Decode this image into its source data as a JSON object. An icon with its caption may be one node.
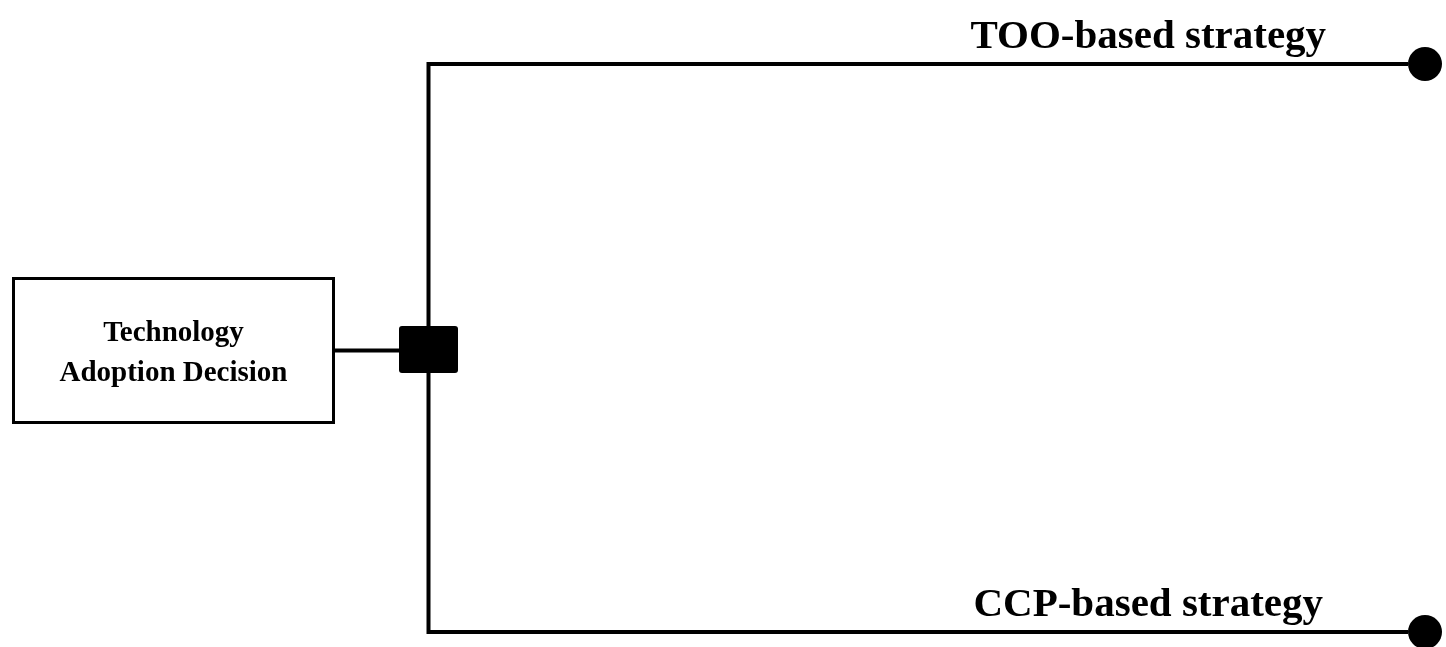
{
  "diagram": {
    "nodes": [
      {
        "text": [
          "Technology Adoption Decision"
        ]
      },
      {
        "text": [],
        "shape": "box"
      },
      {
        "text": [],
        "shape": "circle"
      },
      {
        "text": [],
        "shape": "circle"
      }
    ],
    "edges": [
      {
        "from": 0,
        "to": 1,
        "arrow": "none"
      },
      {
        "from": 1,
        "to": 2,
        "arrow": "none",
        "label": "TOO-based strategy"
      },
      {
        "from": 1,
        "to": 3,
        "arrow": "none",
        "label": "CCP-based strategy"
      }
    ]
  }
}
